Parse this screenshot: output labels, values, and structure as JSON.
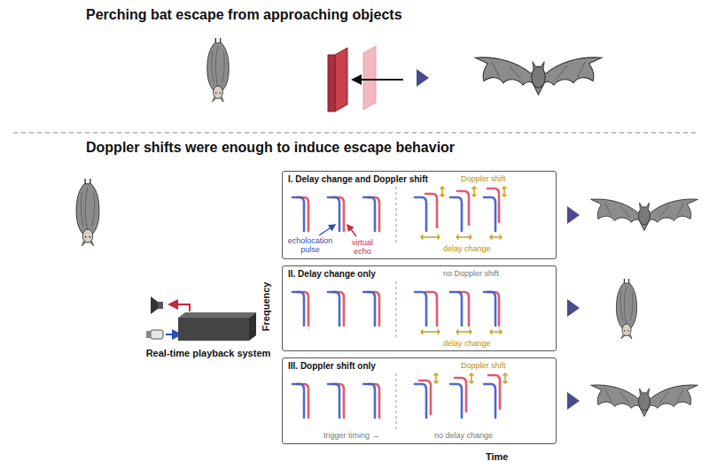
{
  "diagram": {
    "title": "Perching bat escape from approaching objects",
    "nodes": [
      {
        "text": [
          "Real-time playback system"
        ]
      },
      {
        "text": [
          "I. Delay change and Doppler shift"
        ]
      },
      {
        "text": [
          "II. Delay change only"
        ]
      },
      {
        "text": [
          "III. Doppler shift only"
        ]
      }
    ],
    "labels": [
      "Doppler shifts were enough to induce escape behavior",
      "Doppler shift",
      "echolocation pulse",
      "virtual echo",
      "delay change",
      "no Doppler shift",
      "delay change",
      "Doppler shift",
      "trigger timing →",
      "no delay change",
      "Frequency",
      "Time"
    ]
  }
}
